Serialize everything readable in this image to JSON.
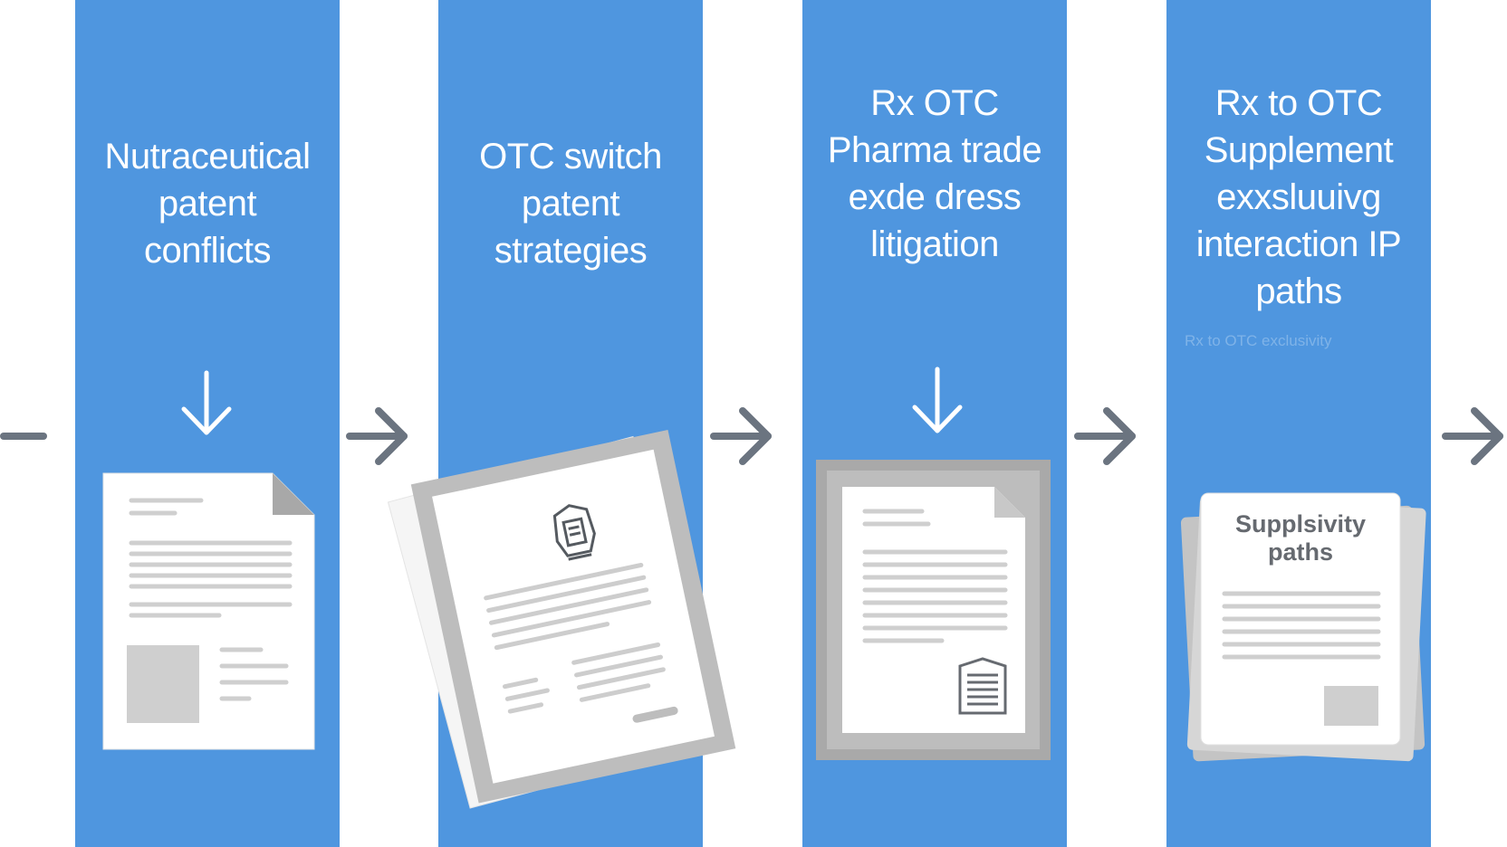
{
  "columns": [
    {
      "title_lines": [
        "Nutraceutical",
        "patent",
        "conflicts"
      ]
    },
    {
      "title_lines": [
        "OTC switch",
        "patent",
        "strategies"
      ]
    },
    {
      "title_lines": [
        "Rx OTC",
        "Pharma trade",
        "exde dress",
        "litigation"
      ]
    },
    {
      "title_lines": [
        "Rx to OTC",
        "Supplement",
        "exxsluuivg",
        "interaction IP",
        "paths"
      ],
      "faint_caption": "Rx to OTC exclusivity",
      "document_label_lines": [
        "Supplsivity",
        "paths"
      ]
    }
  ],
  "colors": {
    "column_blue": "#4f96df",
    "arrow_gray": "#6b7480",
    "paper_white": "#ffffff",
    "line_gray": "#c8c8c8",
    "frame_gray": "#a9a9a9"
  },
  "icons": {
    "down_arrow": "arrow-down-icon",
    "flow_arrow": "arrow-right-icon",
    "seal": "certificate-seal-icon",
    "document_badge": "document-badge-icon"
  }
}
